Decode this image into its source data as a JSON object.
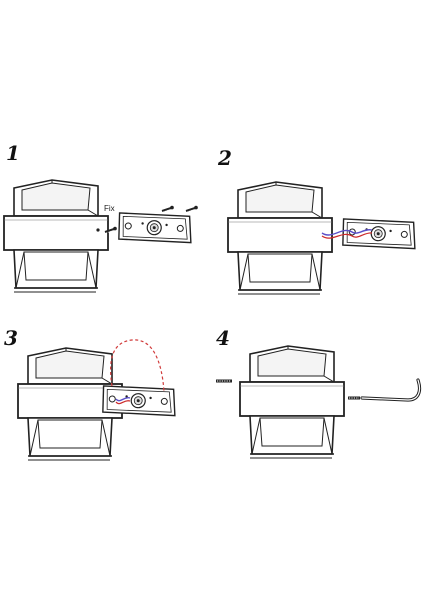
{
  "steps": [
    {
      "number": "1",
      "label": "Fix"
    },
    {
      "number": "2"
    },
    {
      "number": "3"
    },
    {
      "number": "4"
    }
  ],
  "colors": {
    "line": "#222222",
    "band": "#555555",
    "wire_red": "#cc2a2a",
    "wire_blue": "#5a4fc8",
    "dashed_wire": "#d13b3b"
  },
  "icons": [
    "wall-lamp",
    "mounting-plate",
    "screw-icon",
    "wire-icon",
    "allen-key-icon"
  ]
}
